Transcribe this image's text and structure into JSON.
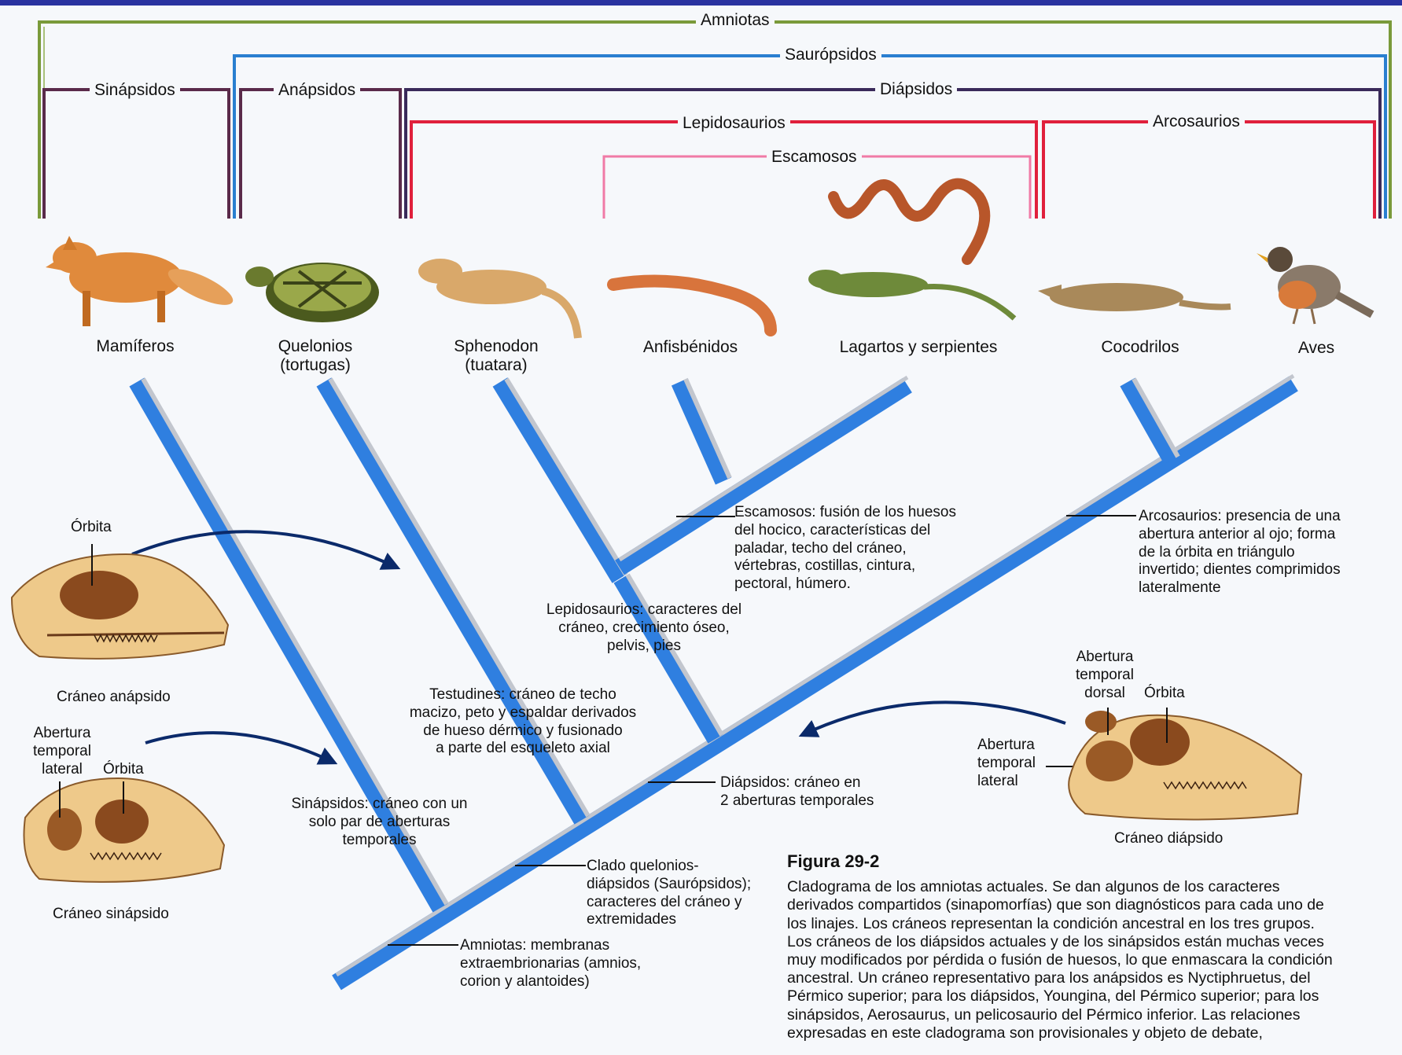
{
  "clades": {
    "amniotas": "Amniotas",
    "sauropsidos": "Saurópsidos",
    "sinapsidos": "Sinápsidos",
    "anapsidos": "Anápsidos",
    "diapsidos": "Diápsidos",
    "lepidosaurios": "Lepidosaurios",
    "arcosaurios": "Arcosaurios",
    "escamosos": "Escamosos"
  },
  "taxa": {
    "mamiferos": "Mamíferos",
    "quelonios": "Quelonios",
    "quelonios_sub": "(tortugas)",
    "sphenodon": "Sphenodon",
    "sphenodon_sub": "(tuatara)",
    "anfisbenidos": "Anfisbénidos",
    "lagartos": "Lagartos y serpientes",
    "cocodrilos": "Cocodrilos",
    "aves": "Aves"
  },
  "notes": {
    "escamosos": [
      "Escamosos: fusión de los huesos",
      "del hocico, características del",
      "paladar, techo del cráneo,",
      "vértebras, costillas, cintura,",
      "pectoral, húmero."
    ],
    "arcosaurios": [
      "Arcosaurios: presencia de una",
      "abertura anterior al ojo; forma",
      "de la órbita en triángulo",
      "invertido; dientes comprimidos",
      "lateralmente"
    ],
    "lepidosaurios": [
      "Lepidosaurios: caracteres del",
      "cráneo, crecimiento óseo,",
      "pelvis, pies"
    ],
    "testudines": [
      "Testudines: cráneo de techo",
      "macizo, peto y espaldar derivados",
      "de hueso dérmico y fusionado",
      "a parte del esqueleto axial"
    ],
    "diapsidos": [
      "Diápsidos: cráneo en",
      "2 aberturas temporales"
    ],
    "sinapsidos": [
      "Sinápsidos: cráneo con un",
      "solo par de aberturas",
      "temporales"
    ],
    "clado": [
      "Clado quelonios-",
      "diápsidos (Saurópsidos);",
      "caracteres del cráneo y",
      "extremidades"
    ],
    "amniotas": [
      "Amniotas: membranas",
      "extraembrionarias (amnios,",
      "corion y alantoides)"
    ]
  },
  "skulls": {
    "anapsido_orbita": "Órbita",
    "anapsido_name": "Cráneo anápsido",
    "sinapsido_abertura": [
      "Abertura",
      "temporal",
      "lateral"
    ],
    "sinapsido_orbita": "Órbita",
    "sinapsido_name": "Cráneo sinápsido",
    "diapsido_dorsal": [
      "Abertura",
      "temporal",
      "dorsal"
    ],
    "diapsido_orbita": "Órbita",
    "diapsido_lateral": [
      "Abertura",
      "temporal",
      "lateral"
    ],
    "diapsido_name": "Cráneo diápsido"
  },
  "caption": {
    "title": "Figura 29-2",
    "lines": [
      "Cladograma de los amniotas actuales. Se dan algunos de los caracteres",
      "derivados compartidos (sinapomorfías) que son diagnósticos para cada uno de",
      "los linajes. Los cráneos representan la condición ancestral en los tres grupos.",
      "Los cráneos de los diápsidos actuales y de los sinápsidos están muchas veces",
      "muy modificados por pérdida o fusión de huesos, lo que enmascara la condición",
      "ancestral. Un cráneo representativo para los anápsidos es Nyctiphruetus, del",
      "Pérmico superior; para los diápsidos, Youngina, del Pérmico superior; para los",
      "sinápsidos, Aerosaurus, un pelicosaurio del Pérmico inferior. Las relaciones",
      "expresadas en este cladograma son provisionales y objeto de debate,"
    ]
  },
  "colors": {
    "amniotas": "#7a9a3a",
    "sauropsidos": "#2a7fd0",
    "sinapsidos": "#5a2a4a",
    "diapsidos": "#3a2a5a",
    "lepidosaurios": "#e0203c",
    "escamosos": "#f07aa6",
    "branch_blue": "#2f7fe0",
    "branch_gray": "#b8bcc4"
  }
}
